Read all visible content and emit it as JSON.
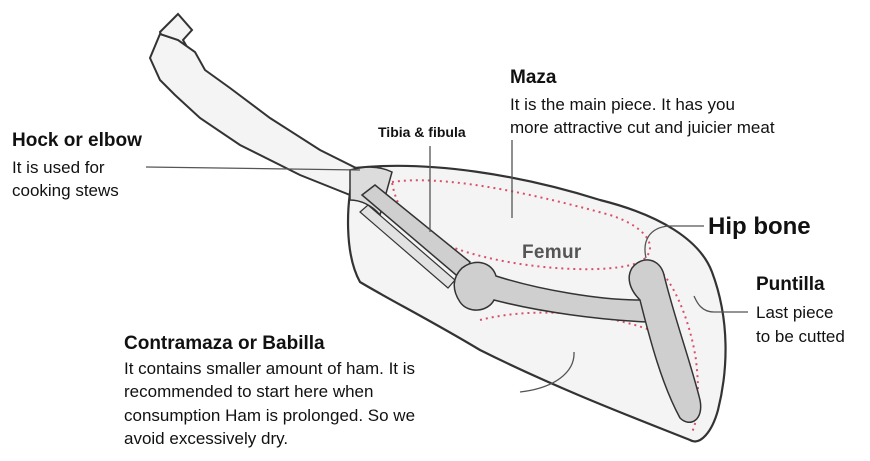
{
  "labels": {
    "hock": {
      "title": "Hock or elbow",
      "desc": [
        "It is used for",
        "cooking stews"
      ]
    },
    "tibia": {
      "title": "Tibia & fibula"
    },
    "maza": {
      "title": "Maza",
      "desc": [
        "It is the main piece. It has you",
        "more attractive cut and juicier meat"
      ]
    },
    "femur": {
      "title": "Femur"
    },
    "hip": {
      "title": "Hip bone"
    },
    "puntilla": {
      "title": "Puntilla",
      "desc": [
        "Last piece",
        "to be cutted"
      ]
    },
    "contramaza": {
      "title": "Contramaza or Babilla",
      "desc": [
        "It contains smaller amount of ham. It is",
        "recommended to start here when",
        "consumption Ham is prolonged. So we",
        "avoid excessively dry."
      ]
    }
  },
  "colors": {
    "outline": "#333333",
    "bone_fill": "#cfcfcf",
    "ham_fill": "#f4f4f4",
    "dotted": "#d9506a",
    "leader": "#555555"
  }
}
